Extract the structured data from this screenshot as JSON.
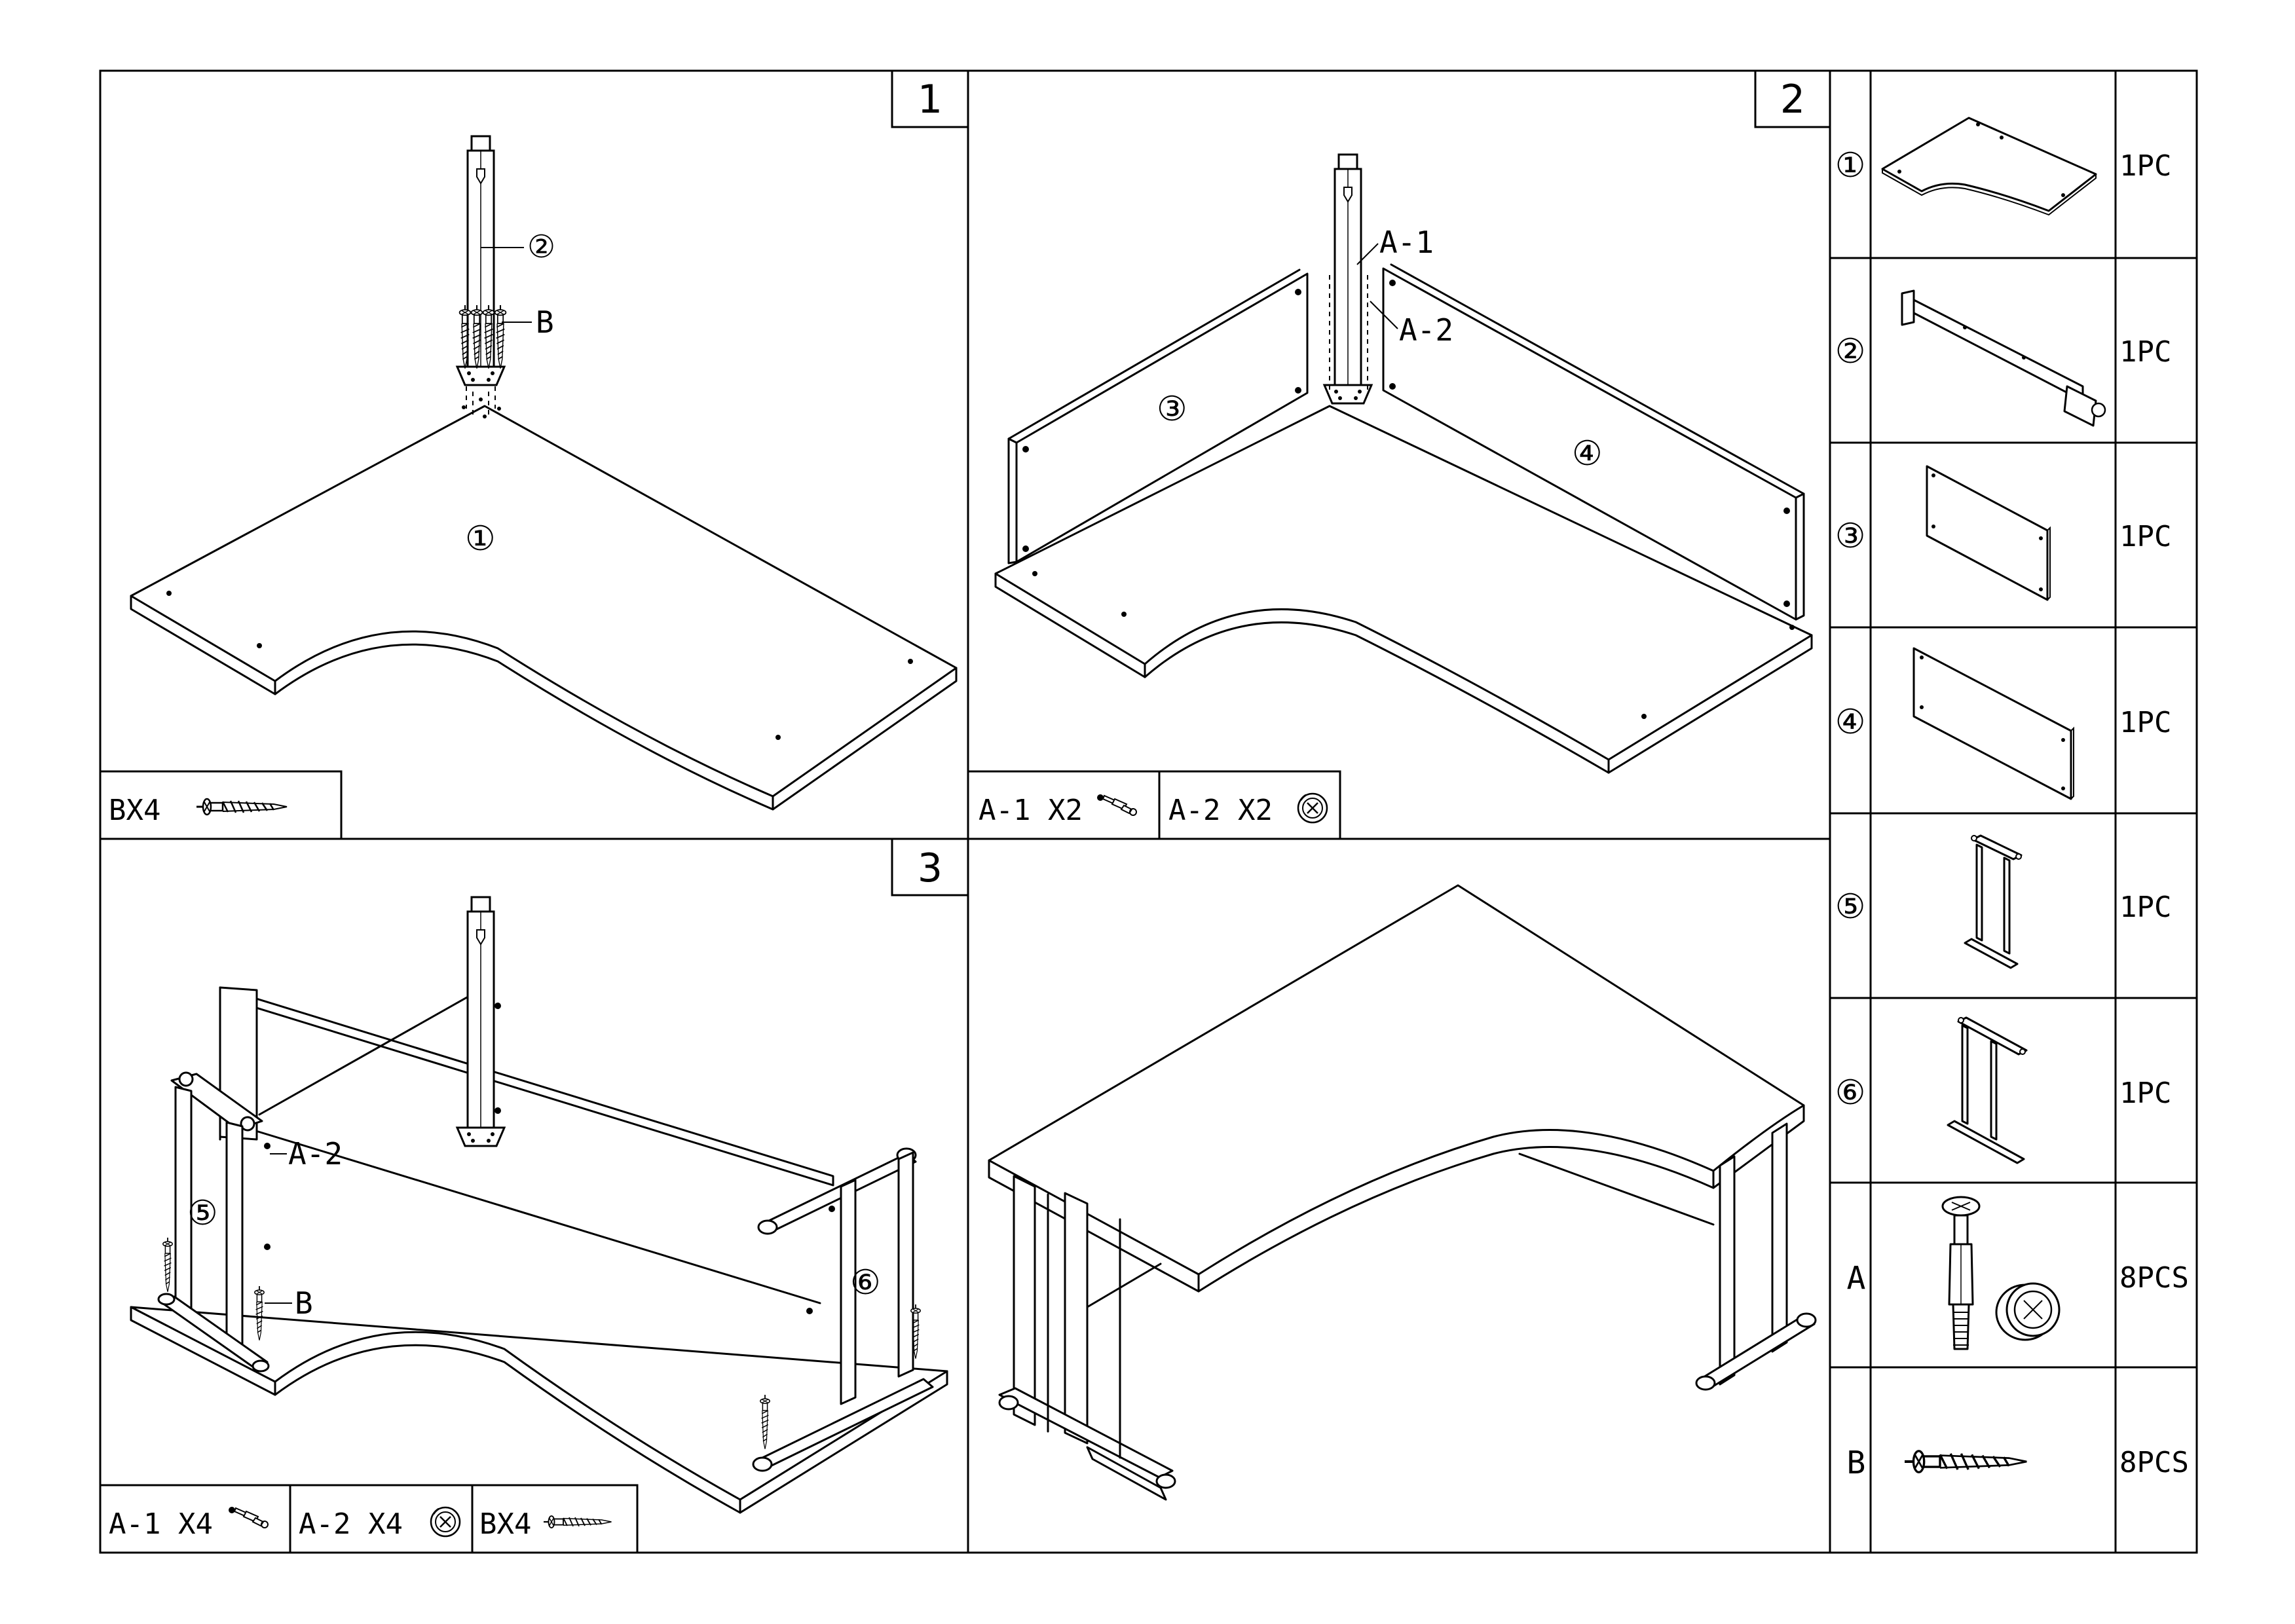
{
  "steps": [
    {
      "number": "1",
      "part_labels": [
        "②",
        "B",
        "①"
      ],
      "hardware": [
        {
          "label": "BX4",
          "icon": "screw-icon"
        }
      ]
    },
    {
      "number": "2",
      "part_labels": [
        "A-1",
        "A-2",
        "③",
        "④"
      ],
      "hardware": [
        {
          "label": "A-1  X2",
          "icon": "cam-bolt-icon"
        },
        {
          "label": "A-2  X2",
          "icon": "cam-lock-icon"
        }
      ]
    },
    {
      "number": "3",
      "part_labels": [
        "A-2",
        "⑤",
        "B",
        "⑥"
      ],
      "hardware": [
        {
          "label": "A-1  X4",
          "icon": "cam-bolt-icon"
        },
        {
          "label": "A-2  X4",
          "icon": "cam-lock-icon"
        },
        {
          "label": "BX4",
          "icon": "screw-icon"
        }
      ]
    }
  ],
  "parts_list": [
    {
      "id": "①",
      "icon": "corner-desktop-icon",
      "qty": "1PC"
    },
    {
      "id": "②",
      "icon": "support-leg-icon",
      "qty": "1PC"
    },
    {
      "id": "③",
      "icon": "short-modesty-panel-icon",
      "qty": "1PC"
    },
    {
      "id": "④",
      "icon": "long-modesty-panel-icon",
      "qty": "1PC"
    },
    {
      "id": "⑤",
      "icon": "left-c-frame-leg-icon",
      "qty": "1PC"
    },
    {
      "id": "⑥",
      "icon": "right-c-frame-leg-icon",
      "qty": "1PC"
    },
    {
      "id": "A",
      "icon": "cam-fitting-icon",
      "qty": "8PCS"
    },
    {
      "id": "B",
      "icon": "wood-screw-icon",
      "qty": "8PCS"
    }
  ]
}
